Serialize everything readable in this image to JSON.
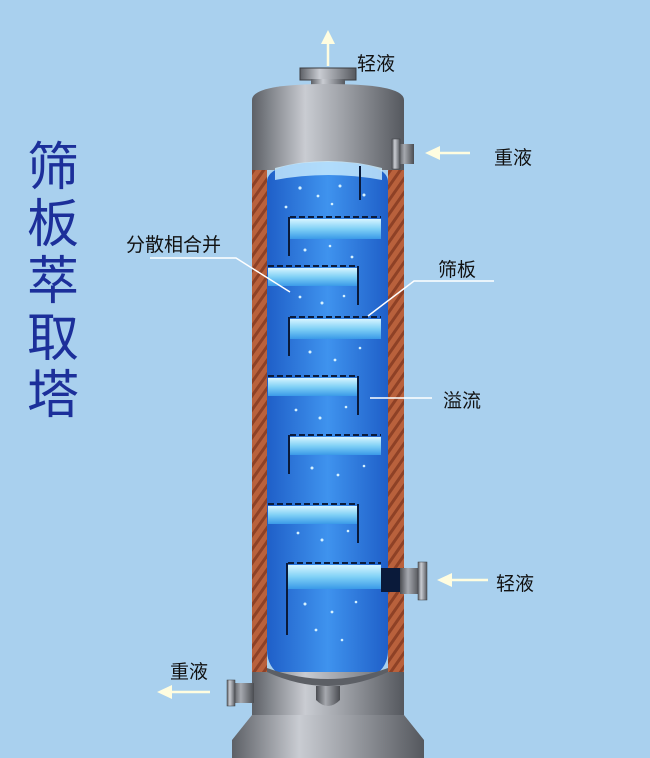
{
  "title": "筛板萃取塔",
  "labels": {
    "top_outlet": "轻液",
    "top_inlet": "重液",
    "dispersion": "分散相合并",
    "sieve_plate": "筛板",
    "downcomer": "溢流",
    "bottom_inlet": "轻液",
    "bottom_outlet": "重液"
  },
  "colors": {
    "background": "#a9d0ee",
    "title": "#1c2f9a",
    "shell": "#8a8d93",
    "wall": "#b55b38",
    "liquid": "#2e7de0",
    "arrow": "#fffde0"
  }
}
